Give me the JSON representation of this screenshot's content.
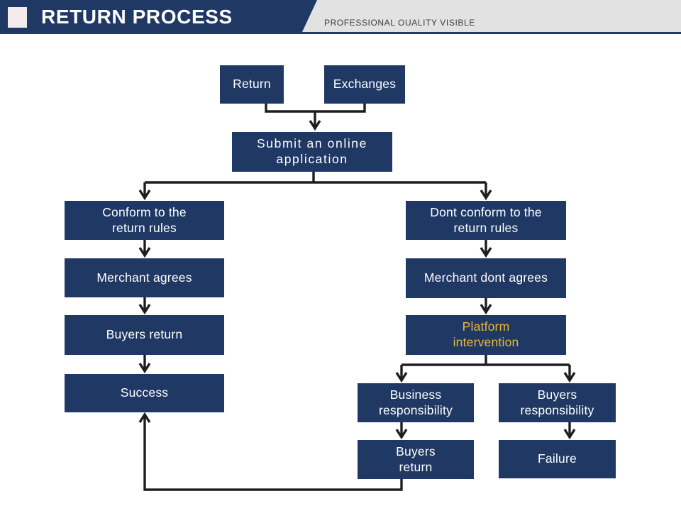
{
  "header": {
    "title": "RETURN PROCESS",
    "tagline": "PROFESSIONAL OUALITY VISIBLE"
  },
  "flow": {
    "return": "Return",
    "exchanges": "Exchanges",
    "submit": "Submit an online\napplication",
    "conform": "Conform to the\nreturn rules",
    "dont_conform": "Dont conform to the\nreturn rules",
    "merchant_agrees": "Merchant agrees",
    "merchant_dont_agrees": "Merchant dont agrees",
    "buyers_return": "Buyers return",
    "platform_intervention": "Platform\nintervention",
    "success": "Success",
    "business_responsibility": "Business\nresponsibility",
    "buyers_responsibility": "Buyers\nresponsibility",
    "buyers_return_final": "Buyers\nreturn",
    "failure": "Failure"
  },
  "colors": {
    "navy": "#1F3864",
    "gold": "#E9B838",
    "line": "#1E1E1E",
    "banner-gray": "#E2E2E2",
    "square-white": "#F2ECEC",
    "tagline-text": "#3C3C3C"
  }
}
